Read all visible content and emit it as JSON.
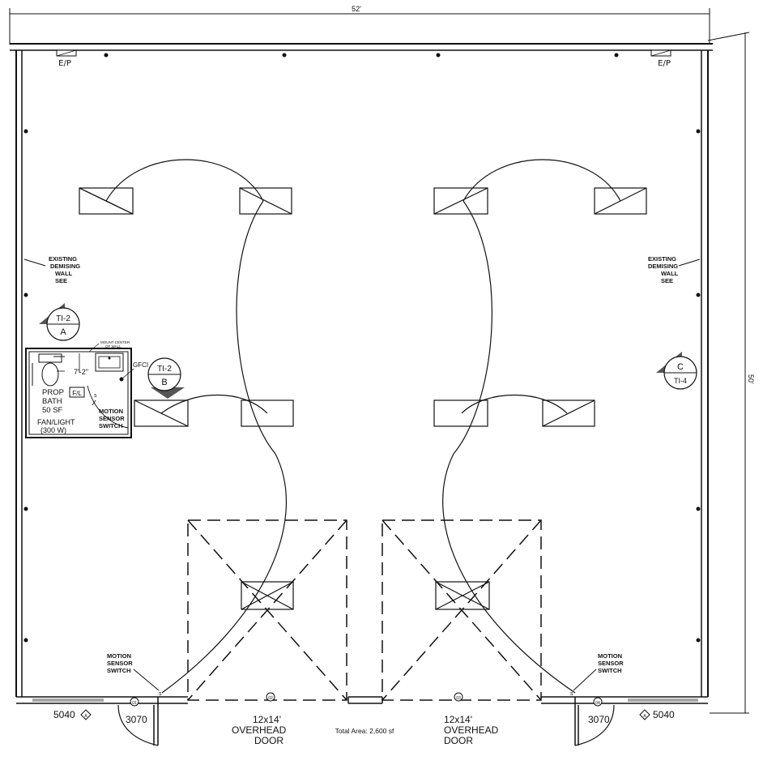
{
  "dimensions": {
    "width_label": "52'",
    "height_label": "50'"
  },
  "panels": {
    "left": "E/P",
    "right": "E/P"
  },
  "walls": {
    "left_note": [
      "EXISTING",
      "DEMISING",
      "WALL",
      "SEE"
    ],
    "right_note": [
      "EXISTING",
      "DEMISING",
      "WALL",
      "SEE"
    ]
  },
  "tags": {
    "A": {
      "ref": "TI-2",
      "letter": "A"
    },
    "B": {
      "ref": "TI-2",
      "letter": "B"
    },
    "C": {
      "ref": "TI-4",
      "letter": "C"
    }
  },
  "bath": {
    "label": [
      "PROP",
      "BATH",
      "50 SF"
    ],
    "fan": [
      "FAN/LIGHT",
      "(300 W)"
    ],
    "fl_symbol": "F/L",
    "dim": "7'-2\"",
    "gfci": "GFCI",
    "motion_switch": [
      "MOTION",
      "SENSOR",
      "SWITCH"
    ],
    "mount_note": [
      "MOUNT CENTER",
      "OF WALL"
    ]
  },
  "sensors": {
    "left": [
      "MOTION",
      "SENSOR",
      "SWITCH"
    ],
    "right": [
      "MOTION",
      "SENSOR",
      "SWITCH"
    ]
  },
  "doors": {
    "overhead_left": [
      "12x14'",
      "OVERHEAD",
      "DOOR"
    ],
    "overhead_right": [
      "12x14'",
      "OVERHEAD",
      "DOOR"
    ],
    "man_left": "3070",
    "man_right": "3070",
    "window_left": "5040",
    "window_right": "5040",
    "tag_left_a": "01",
    "tag_left_b": "02",
    "tag_right_a": "03",
    "tag_right_b": "04",
    "window_tag": "A"
  },
  "total_area": "Total Area: 2,600 sf"
}
